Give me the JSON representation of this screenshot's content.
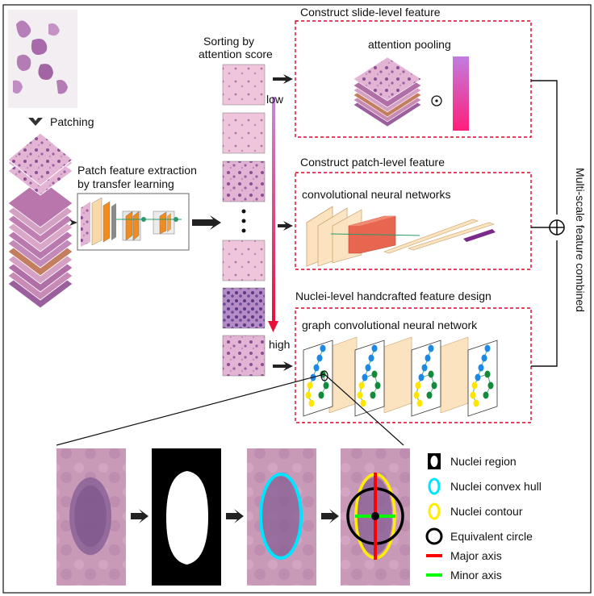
{
  "labels": {
    "patching": "Patching",
    "patch_feature_line1": "Patch feature extraction",
    "patch_feature_line2": "by transfer learning",
    "sorting_line1": "Sorting by",
    "sorting_line2": "attention score",
    "low": "low",
    "high": "high",
    "slide_title": "Construct slide-level feature",
    "attention_pooling": "attention  pooling",
    "patch_title": "Construct patch-level  feature",
    "cnn": "convolutional neural networks",
    "nuclei_title": "Nuclei-level  handcrafted feature design",
    "gcn": "graph convolutional neural network",
    "multiscale": "Multi-scale feature combined"
  },
  "legend": [
    {
      "label": "Nuclei region",
      "icon": "filled-ellipse-icon",
      "color": "#000000"
    },
    {
      "label": "Nuclei convex hull",
      "icon": "ellipse-outline-icon",
      "color": "#00e5ff"
    },
    {
      "label": "Nuclei contour",
      "icon": "ellipse-outline-icon",
      "color": "#ffee00"
    },
    {
      "label": "Equivalent circle",
      "icon": "circle-outline-icon",
      "color": "#000000"
    },
    {
      "label": "Major axis",
      "icon": "line-icon",
      "color": "#ff0000"
    },
    {
      "label": "Minor axis",
      "icon": "line-icon",
      "color": "#00ff00"
    }
  ],
  "colors": {
    "dashed_box": "#e0002a",
    "tissue_pink": "#d9a3c8",
    "tissue_purple": "#8a4f93",
    "cnn_block": "#fbe3bf",
    "cnn_red": "#e8654f",
    "cnn_purple": "#7a2a8a",
    "orange_layer": "#f08c1e"
  }
}
